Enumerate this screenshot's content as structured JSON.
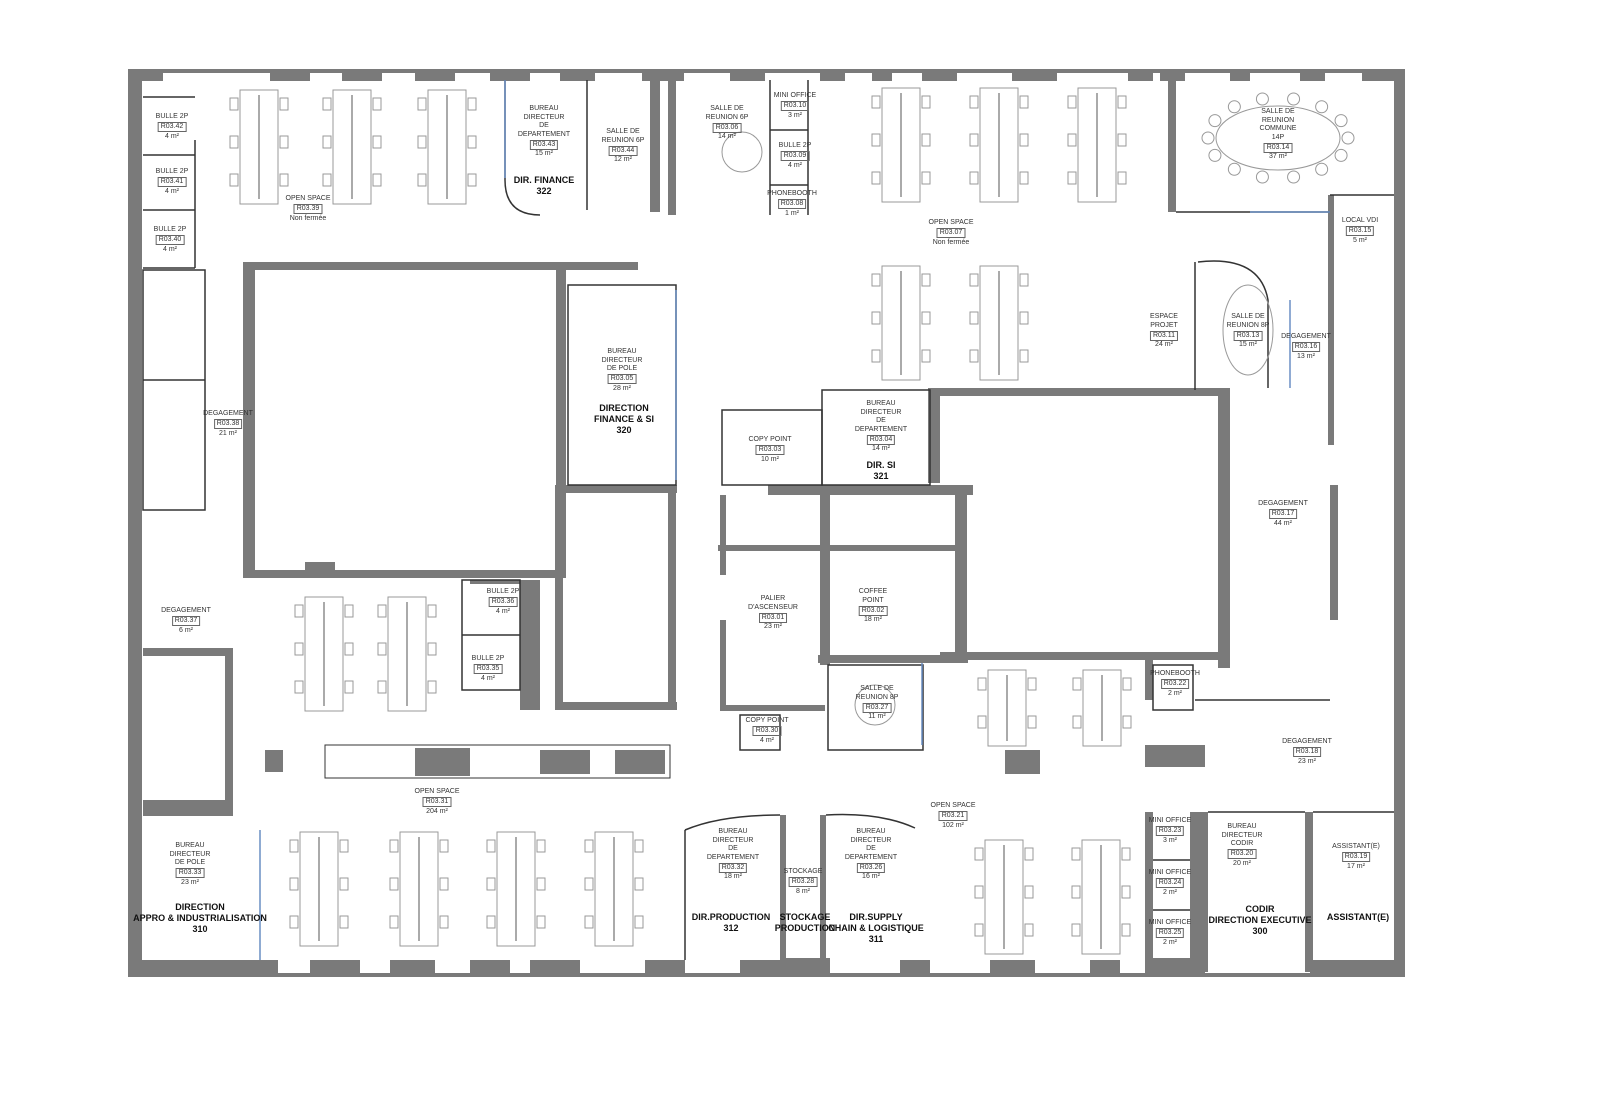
{
  "plan": {
    "wall_color": "#7a7a7a",
    "glass_color": "#6a8fc4",
    "rooms": [
      {
        "name": "BULLE 2P",
        "code": "R03.42",
        "area": "4 m²"
      },
      {
        "name": "BULLE 2P",
        "code": "R03.41",
        "area": "4 m²"
      },
      {
        "name": "BULLE 2P",
        "code": "R03.40",
        "area": "4 m²"
      },
      {
        "name": "OPEN SPACE",
        "code": "R03.39",
        "area": "Non fermée"
      },
      {
        "name": "BUREAU\nDIRECTEUR\nDE\nDEPARTEMENT",
        "code": "R03.43",
        "area": "15 m²"
      },
      {
        "name": "SALLE DE\nREUNION 6P",
        "code": "R03.44",
        "area": "12 m²"
      },
      {
        "name": "SALLE DE\nREUNION 6P",
        "code": "R03.06",
        "area": "14 m²"
      },
      {
        "name": "MINI OFFICE",
        "code": "R03.10",
        "area": "3 m²"
      },
      {
        "name": "BULLE 2P",
        "code": "R03.09",
        "area": "4 m²"
      },
      {
        "name": "PHONEBOOTH",
        "code": "R03.08",
        "area": "1 m²"
      },
      {
        "name": "OPEN SPACE",
        "code": "R03.07",
        "area": "Non fermée"
      },
      {
        "name": "SALLE DE\nREUNION\nCOMMUNE\n14P",
        "code": "R03.14",
        "area": "37 m²"
      },
      {
        "name": "LOCAL VDI",
        "code": "R03.15",
        "area": "5 m²"
      },
      {
        "name": "ESPACE\nPROJET",
        "code": "R03.11",
        "area": "24 m²"
      },
      {
        "name": "SALLE DE\nREUNION 8P",
        "code": "R03.13",
        "area": "15 m²"
      },
      {
        "name": "DEGAGEMENT",
        "code": "R03.16",
        "area": "13 m²"
      },
      {
        "name": "DEGAGEMENT",
        "code": "R03.38",
        "area": "21 m²"
      },
      {
        "name": "BUREAU\nDIRECTEUR\nDE POLE",
        "code": "R03.05",
        "area": "28 m²"
      },
      {
        "name": "COPY POINT",
        "code": "R03.03",
        "area": "10 m²"
      },
      {
        "name": "BUREAU\nDIRECTEUR\nDE\nDEPARTEMENT",
        "code": "R03.04",
        "area": "14 m²"
      },
      {
        "name": "DEGAGEMENT",
        "code": "R03.17",
        "area": "44 m²"
      },
      {
        "name": "DEGAGEMENT",
        "code": "R03.37",
        "area": "6 m²"
      },
      {
        "name": "BULLE 2P",
        "code": "R03.36",
        "area": "4 m²"
      },
      {
        "name": "BULLE 2P",
        "code": "R03.35",
        "area": "4 m²"
      },
      {
        "name": "PALIER\nD'ASCENSEUR",
        "code": "R03.01",
        "area": "23 m²"
      },
      {
        "name": "COFFEE\nPOINT",
        "code": "R03.02",
        "area": "18 m²"
      },
      {
        "name": "SALLE DE\nREUNION 8P",
        "code": "R03.27",
        "area": "11 m²"
      },
      {
        "name": "COPY POINT",
        "code": "R03.30",
        "area": "4 m²"
      },
      {
        "name": "PHONEBOOTH",
        "code": "R03.22",
        "area": "2 m²"
      },
      {
        "name": "DEGAGEMENT",
        "code": "R03.18",
        "area": "23 m²"
      },
      {
        "name": "OPEN SPACE",
        "code": "R03.31",
        "area": "204 m²"
      },
      {
        "name": "OPEN SPACE",
        "code": "R03.21",
        "area": "102 m²"
      },
      {
        "name": "BUREAU\nDIRECTEUR\nDE POLE",
        "code": "R03.33",
        "area": "23 m²"
      },
      {
        "name": "BUREAU\nDIRECTEUR\nDE\nDEPARTEMENT",
        "code": "R03.32",
        "area": "18 m²"
      },
      {
        "name": "STOCKAGE",
        "code": "R03.28",
        "area": "8 m²"
      },
      {
        "name": "BUREAU\nDIRECTEUR\nDE\nDEPARTEMENT",
        "code": "R03.26",
        "area": "16 m²"
      },
      {
        "name": "MINI OFFICE",
        "code": "R03.23",
        "area": "3 m²"
      },
      {
        "name": "MINI OFFICE",
        "code": "R03.24",
        "area": "2 m²"
      },
      {
        "name": "MINI OFFICE",
        "code": "R03.25",
        "area": "2 m²"
      },
      {
        "name": "BUREAU\nDIRECTEUR\nCODIR",
        "code": "R03.20",
        "area": "20 m²"
      },
      {
        "name": "ASSISTANT(E)",
        "code": "R03.19",
        "area": "17 m²"
      }
    ],
    "departments": [
      "DIR. FINANCE\n322",
      "DIRECTION\nFINANCE & SI\n320",
      "DIR. SI\n321",
      "DIRECTION\nAPPRO & INDUSTRIALISATION\n310",
      "DIR.PRODUCTION\n312",
      "STOCKAGE\nPRODUCTION",
      "DIR.SUPPLY\nCHAIN & LOGISTIQUE\n311",
      "CODIR\nDIRECTION EXECUTIVE\n300",
      "ASSISTANT(E)"
    ]
  }
}
